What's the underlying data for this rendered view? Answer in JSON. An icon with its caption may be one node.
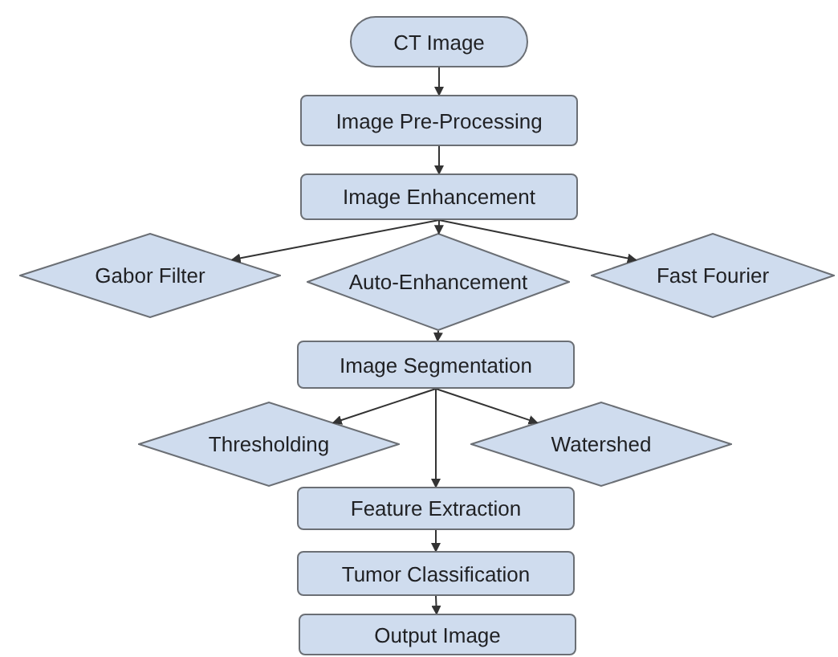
{
  "diagram": {
    "nodes": [
      {
        "text": [
          "CT Image"
        ]
      },
      {
        "text": [
          "Image Pre-Processing"
        ]
      },
      {
        "text": [
          "Image Enhancement"
        ]
      },
      {
        "text": [
          "Gabor Filter"
        ]
      },
      {
        "text": [
          "Auto-Enhancement"
        ]
      },
      {
        "text": [
          "Fast Fourier"
        ]
      },
      {
        "text": [
          "Image Segmentation"
        ]
      },
      {
        "text": [
          "Thresholding"
        ]
      },
      {
        "text": [
          "Watershed"
        ]
      },
      {
        "text": [
          "Feature Extraction"
        ]
      },
      {
        "text": [
          "Tumor Classification"
        ]
      },
      {
        "text": [
          "Output Image"
        ]
      }
    ],
    "edges": [
      {
        "from": 0,
        "to": 1,
        "arrow": "to"
      },
      {
        "from": 1,
        "to": 2,
        "arrow": "to"
      },
      {
        "from": 2,
        "to": 3,
        "arrow": "to"
      },
      {
        "from": 2,
        "to": 4,
        "arrow": "to"
      },
      {
        "from": 2,
        "to": 5,
        "arrow": "to"
      },
      {
        "from": 4,
        "to": 6,
        "arrow": "to"
      },
      {
        "from": 6,
        "to": 7,
        "arrow": "to"
      },
      {
        "from": 6,
        "to": 8,
        "arrow": "to"
      },
      {
        "from": 6,
        "to": 9,
        "arrow": "to"
      },
      {
        "from": 9,
        "to": 10,
        "arrow": "to"
      },
      {
        "from": 10,
        "to": 11,
        "arrow": "to"
      }
    ]
  }
}
